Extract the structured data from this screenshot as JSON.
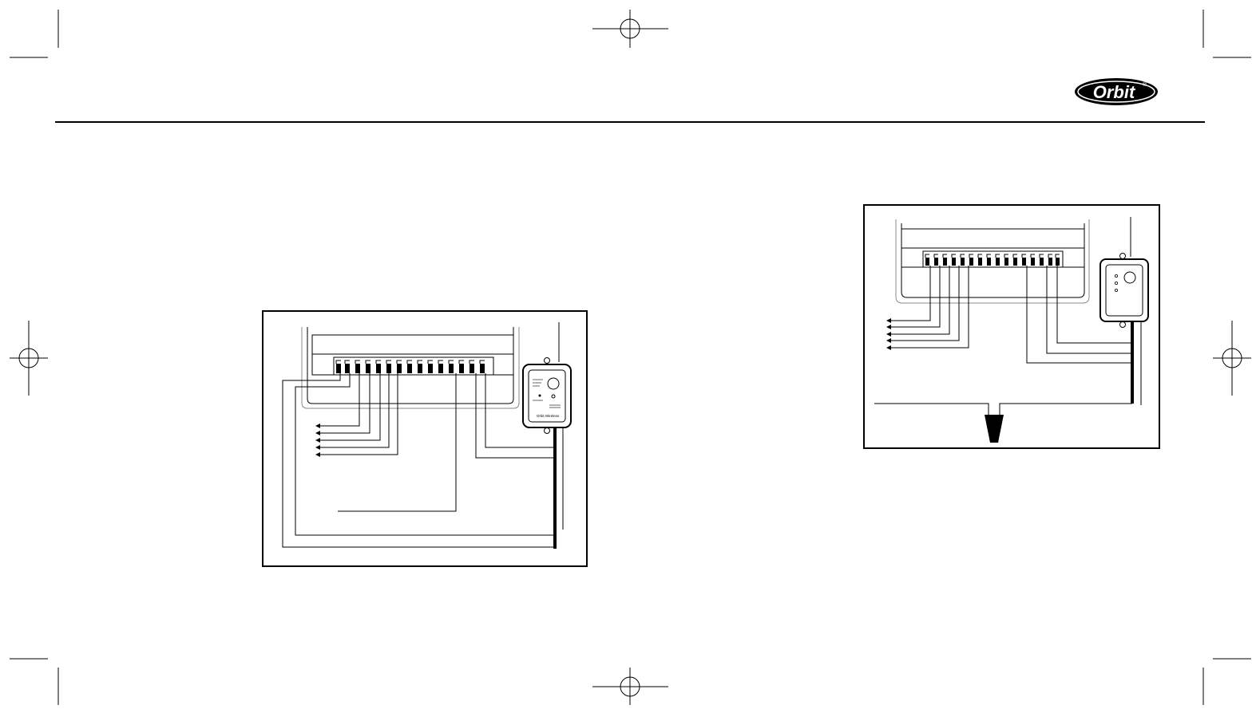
{
  "brand": {
    "logo_text": "Orbit",
    "registered_mark": "®"
  },
  "figures": [
    {
      "name": "wiring-diagram-left",
      "device_label": "Orbit Wireless"
    },
    {
      "name": "wiring-diagram-right"
    }
  ],
  "colors": {
    "ink": "#000000",
    "paper": "#ffffff",
    "frame": "#808080"
  }
}
